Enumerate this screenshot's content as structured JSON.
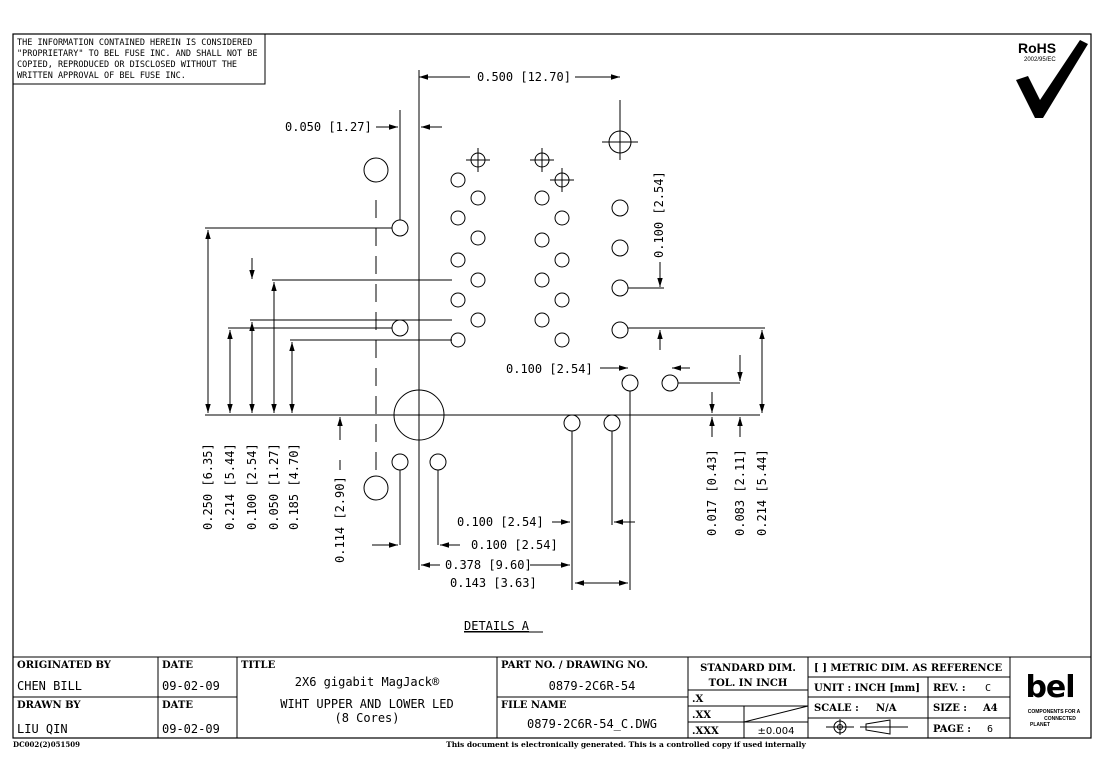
{
  "notice": {
    "line1": "THE INFORMATION CONTAINED HEREIN IS CONSIDERED",
    "line2": "\"PROPRIETARY\" TO BEL FUSE INC. AND SHALL NOT BE",
    "line3": "COPIED, REPRODUCED OR DISCLOSED WITHOUT THE",
    "line4": "WRITTEN APPROVAL OF BEL FUSE INC."
  },
  "rohs": {
    "title": "RoHS",
    "directive": "2002/95/EC"
  },
  "dimensions": {
    "d_0500": "0.500 [12.70]",
    "d_0050_top": "0.050 [1.27]",
    "d_0100_v": "0.100 [2.54]",
    "d_0100_mid": "0.100 [2.54]",
    "d_0250": "0.250 [6.35]",
    "d_0214_l": "0.214 [5.44]",
    "d_0100_l": "0.100 [2.54]",
    "d_0050_l": "0.050 [1.27]",
    "d_0185": "0.185 [4.70]",
    "d_0114": "0.114 [2.90]",
    "d_0100_b1": "0.100 [2.54]",
    "d_0100_b2": "0.100 [2.54]",
    "d_0378": "0.378 [9.60]",
    "d_0143": "0.143 [3.63]",
    "d_0017": "0.017 [0.43]",
    "d_0083": "0.083 [2.11]",
    "d_0214_r": "0.214 [5.44]"
  },
  "details_label": "DETAILS A",
  "title_block": {
    "originated_by_label": "ORIGINATED BY",
    "originated_by": "CHEN BILL",
    "date_label_1": "DATE",
    "date_1": "09-02-09",
    "drawn_by_label": "DRAWN BY",
    "drawn_by": "LIU QIN",
    "date_label_2": "DATE",
    "date_2": "09-02-09",
    "title_label": "TITLE",
    "title_line1": "2X6 gigabit MagJack®",
    "title_line2": "WIHT UPPER AND LOWER LED",
    "title_line3": "(8 Cores)",
    "part_no_label": "PART NO. / DRAWING NO.",
    "part_no": "0879-2C6R-54",
    "file_name_label": "FILE NAME",
    "file_name": "0879-2C6R-54_C.DWG",
    "standard_dim_label": "STANDARD DIM.",
    "tol_label": "TOL. IN INCH",
    "tol_x": ".X",
    "tol_xx": ".XX",
    "tol_xxx": ".XXX",
    "tol_xxx_value": "±0.004",
    "metric_label": "[ ] METRIC DIM. AS REFERENCE",
    "unit_label": "UNIT : INCH [mm]",
    "rev_label": "REV. :",
    "rev": "C",
    "scale_label": "SCALE :",
    "scale": "N/A",
    "size_label": "SIZE :",
    "size": "A4",
    "page_label": "PAGE :",
    "page": "6"
  },
  "logo": {
    "name": "bel",
    "tag1": "COMPONENTS FOR A",
    "tag2": "CONNECTED",
    "tag3": "PLANET"
  },
  "footer": {
    "doc_code": "DC002(2)051509",
    "notice": "This document is electronically generated. This is a controlled copy if used internally"
  }
}
